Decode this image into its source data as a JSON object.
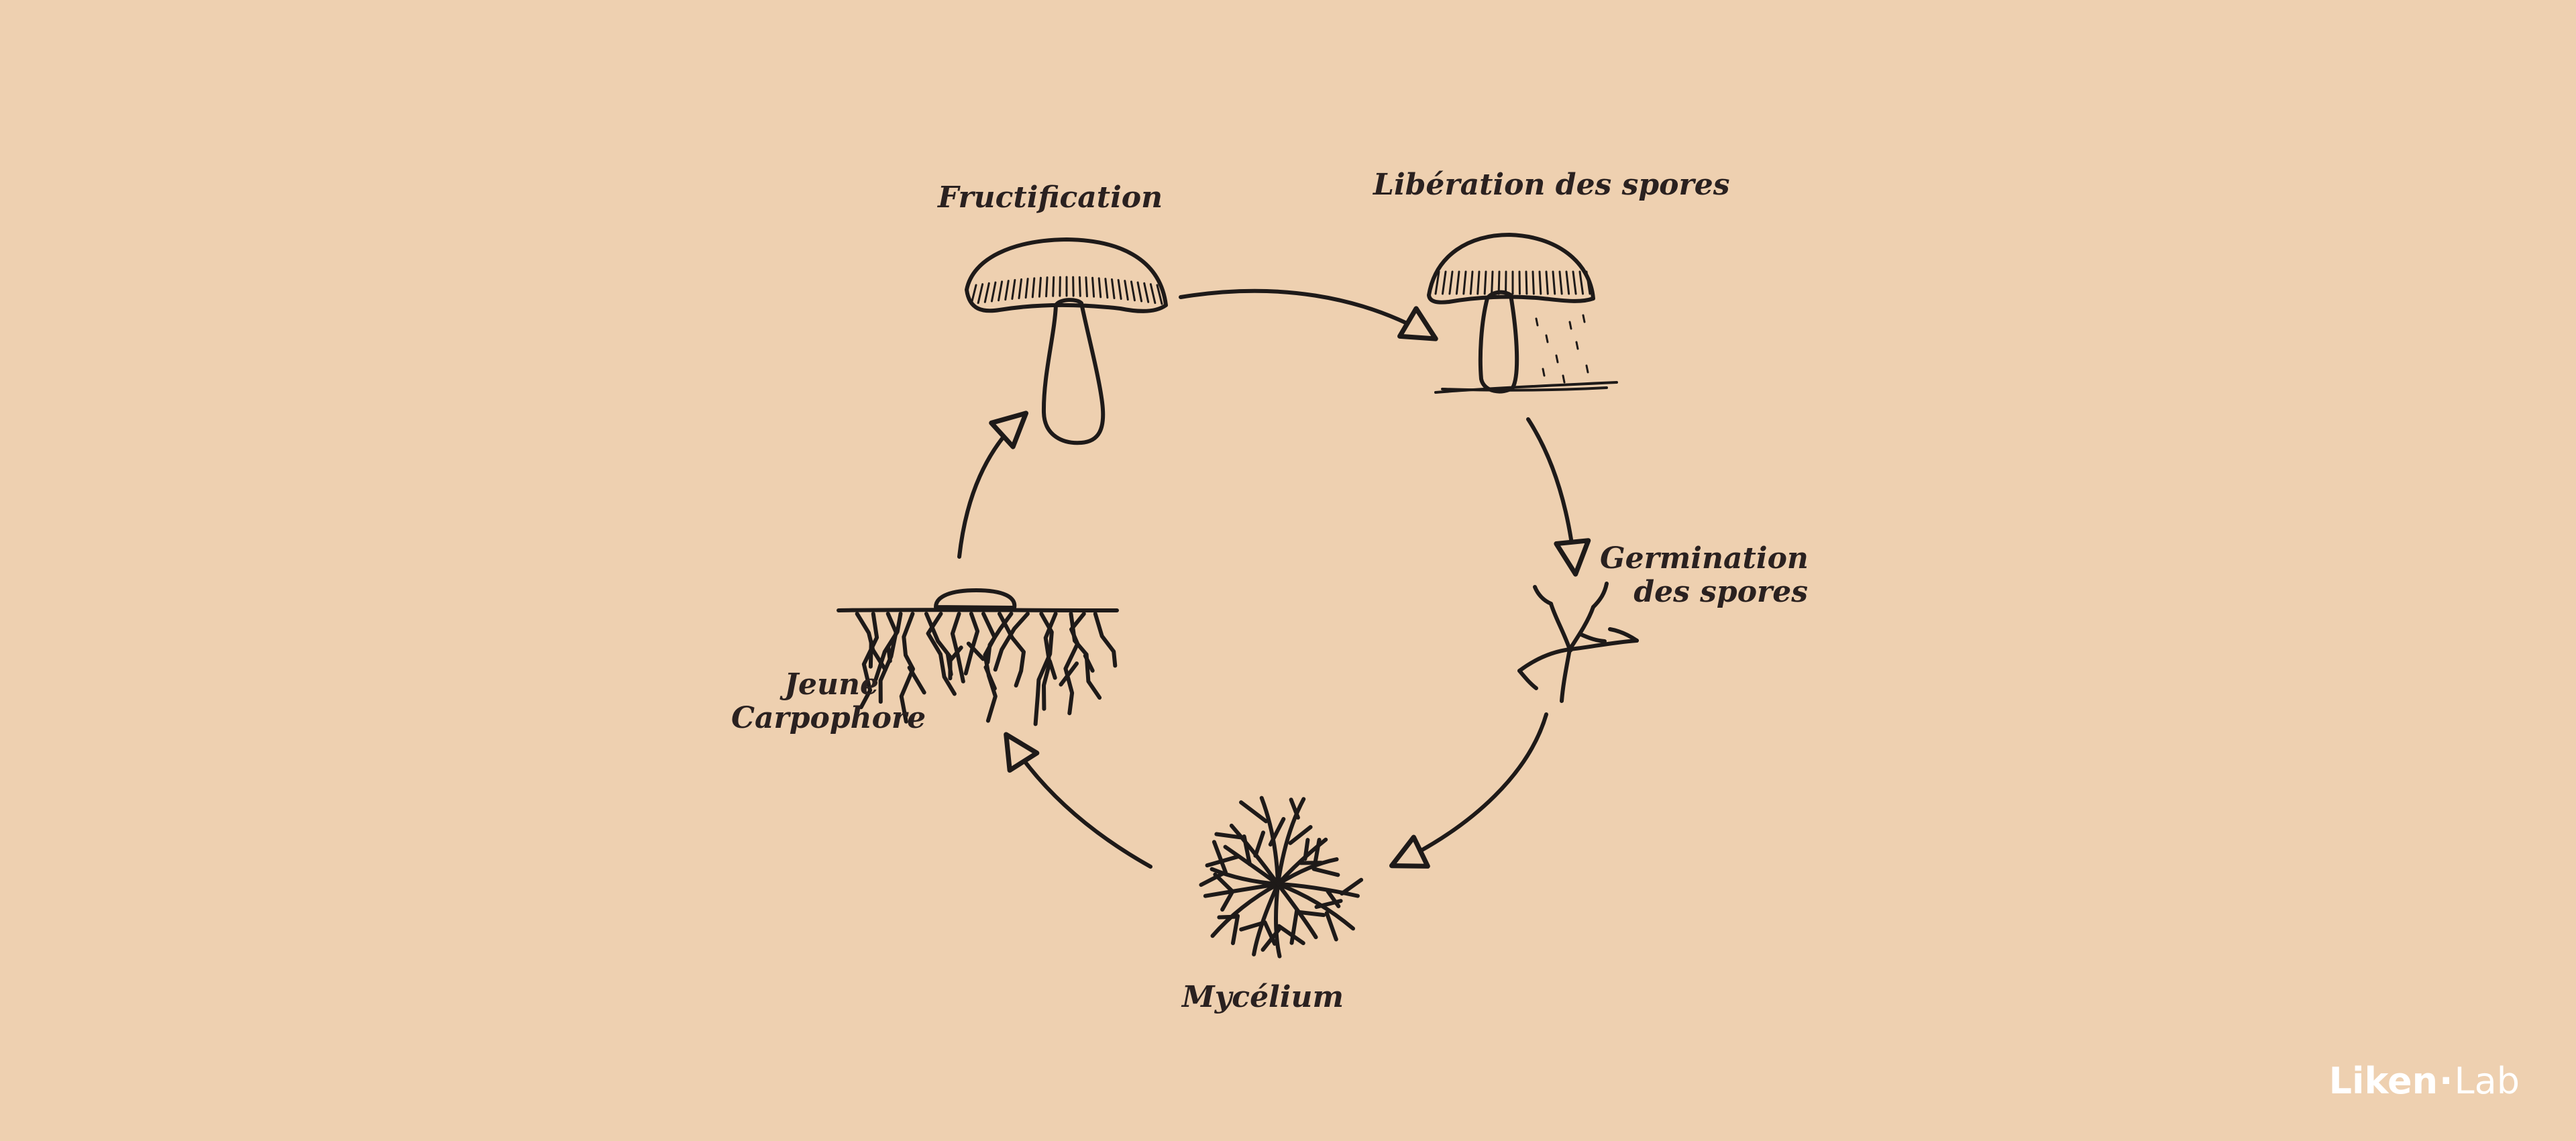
{
  "stages": {
    "fructification": "Fructification",
    "liberation": "Libération des spores",
    "germination_line1": "Germination",
    "germination_line2": "des spores",
    "mycelium": "Mycélium",
    "jeune_line1": "Jeune",
    "jeune_line2": "Carpophore"
  },
  "brand": {
    "name_bold": "Liken",
    "separator": "·",
    "name_light": "Lab"
  },
  "colors": {
    "background": "#eed0b0",
    "ink": "#1e1a19",
    "brand": "#ffffff"
  },
  "icons": {
    "fructification": "mature-mushroom-icon",
    "liberation": "spore-releasing-mushroom-icon",
    "germination": "germinating-spore-icon",
    "mycelium": "mycelium-network-icon",
    "jeune": "young-carpophore-icon"
  }
}
